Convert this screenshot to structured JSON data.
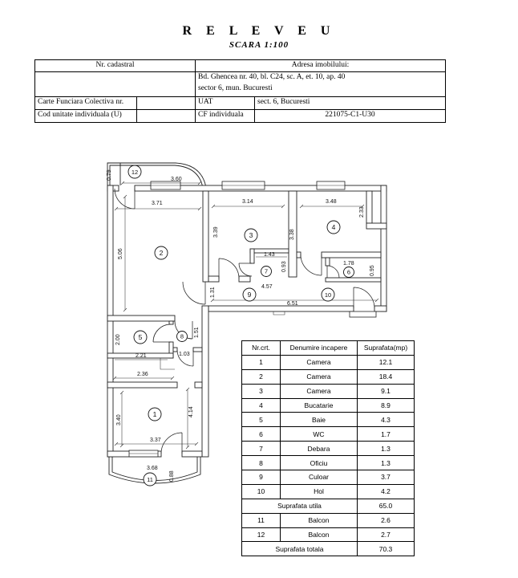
{
  "title": "R E L E V E U",
  "subtitle": "SCARA  1:100",
  "header_table": {
    "nr_cadastral_label": "Nr. cadastral",
    "adresa_label": "Adresa imobilului:",
    "adresa_line1": "Bd. Ghencea nr. 40, bl. C24, sc. A, et. 10, ap. 40",
    "adresa_line2": "sector 6, mun. Bucuresti",
    "carte_funciara_label": "Carte Funciara Colectiva nr.",
    "uat_label": "UAT",
    "uat_value": "sect. 6, Bucuresti",
    "cod_unitate_label": "Cod unitate individuala (U)",
    "cf_label": "CF individuala",
    "cf_value": "221075-C1-U30"
  },
  "rooms_table": {
    "headers": [
      "Nr.crt.",
      "Denumire incapere",
      "Suprafata(mp)"
    ],
    "rows": [
      {
        "nr": "1",
        "name": "Camera",
        "area": "12.1"
      },
      {
        "nr": "2",
        "name": "Camera",
        "area": "18.4"
      },
      {
        "nr": "3",
        "name": "Camera",
        "area": "9.1"
      },
      {
        "nr": "4",
        "name": "Bucatarie",
        "area": "8.9"
      },
      {
        "nr": "5",
        "name": "Baie",
        "area": "4.3"
      },
      {
        "nr": "6",
        "name": "WC",
        "area": "1.7"
      },
      {
        "nr": "7",
        "name": "Debara",
        "area": "1.3"
      },
      {
        "nr": "8",
        "name": "Oficiu",
        "area": "1.3"
      },
      {
        "nr": "9",
        "name": "Culoar",
        "area": "3.7"
      },
      {
        "nr": "10",
        "name": "Hol",
        "area": "4.2"
      }
    ],
    "suprafata_utila_label": "Suprafata utila",
    "suprafata_utila_value": "65.0",
    "balcony_rows": [
      {
        "nr": "11",
        "name": "Balcon",
        "area": "2.6"
      },
      {
        "nr": "12",
        "name": "Balcon",
        "area": "2.7"
      }
    ],
    "suprafata_totala_label": "Suprafata totala",
    "suprafata_totala_value": "70.3"
  },
  "plan": {
    "rooms": {
      "r1": "1",
      "r2": "2",
      "r3": "3",
      "r4": "4",
      "r5": "5",
      "r6": "6",
      "r7": "7",
      "r8": "8",
      "r9": "9",
      "r10": "10",
      "r11": "11",
      "r12": "12"
    },
    "dims": {
      "b12h": "0.79",
      "b12w": "3.60",
      "r2w": "3.71",
      "r2h": "5.06",
      "r3w": "3.14",
      "r3h": "3.39",
      "w34": "3.38",
      "r4w": "3.48",
      "r4r": "2.33",
      "r7w": "1.43",
      "r7h": "0.93",
      "vest": "4.57",
      "r6w": "1.78",
      "r6h": "0.95",
      "corh": "1.31",
      "corw": "6.51",
      "r5h": "2.00",
      "r5w": "2.21",
      "r8w": "1.03",
      "r8h": "1.51",
      "r1t": "2.36",
      "r1l": "3.40",
      "r1r": "4.14",
      "r1b": "3.37",
      "b11w": "3.68",
      "b11h": "0.88"
    }
  }
}
